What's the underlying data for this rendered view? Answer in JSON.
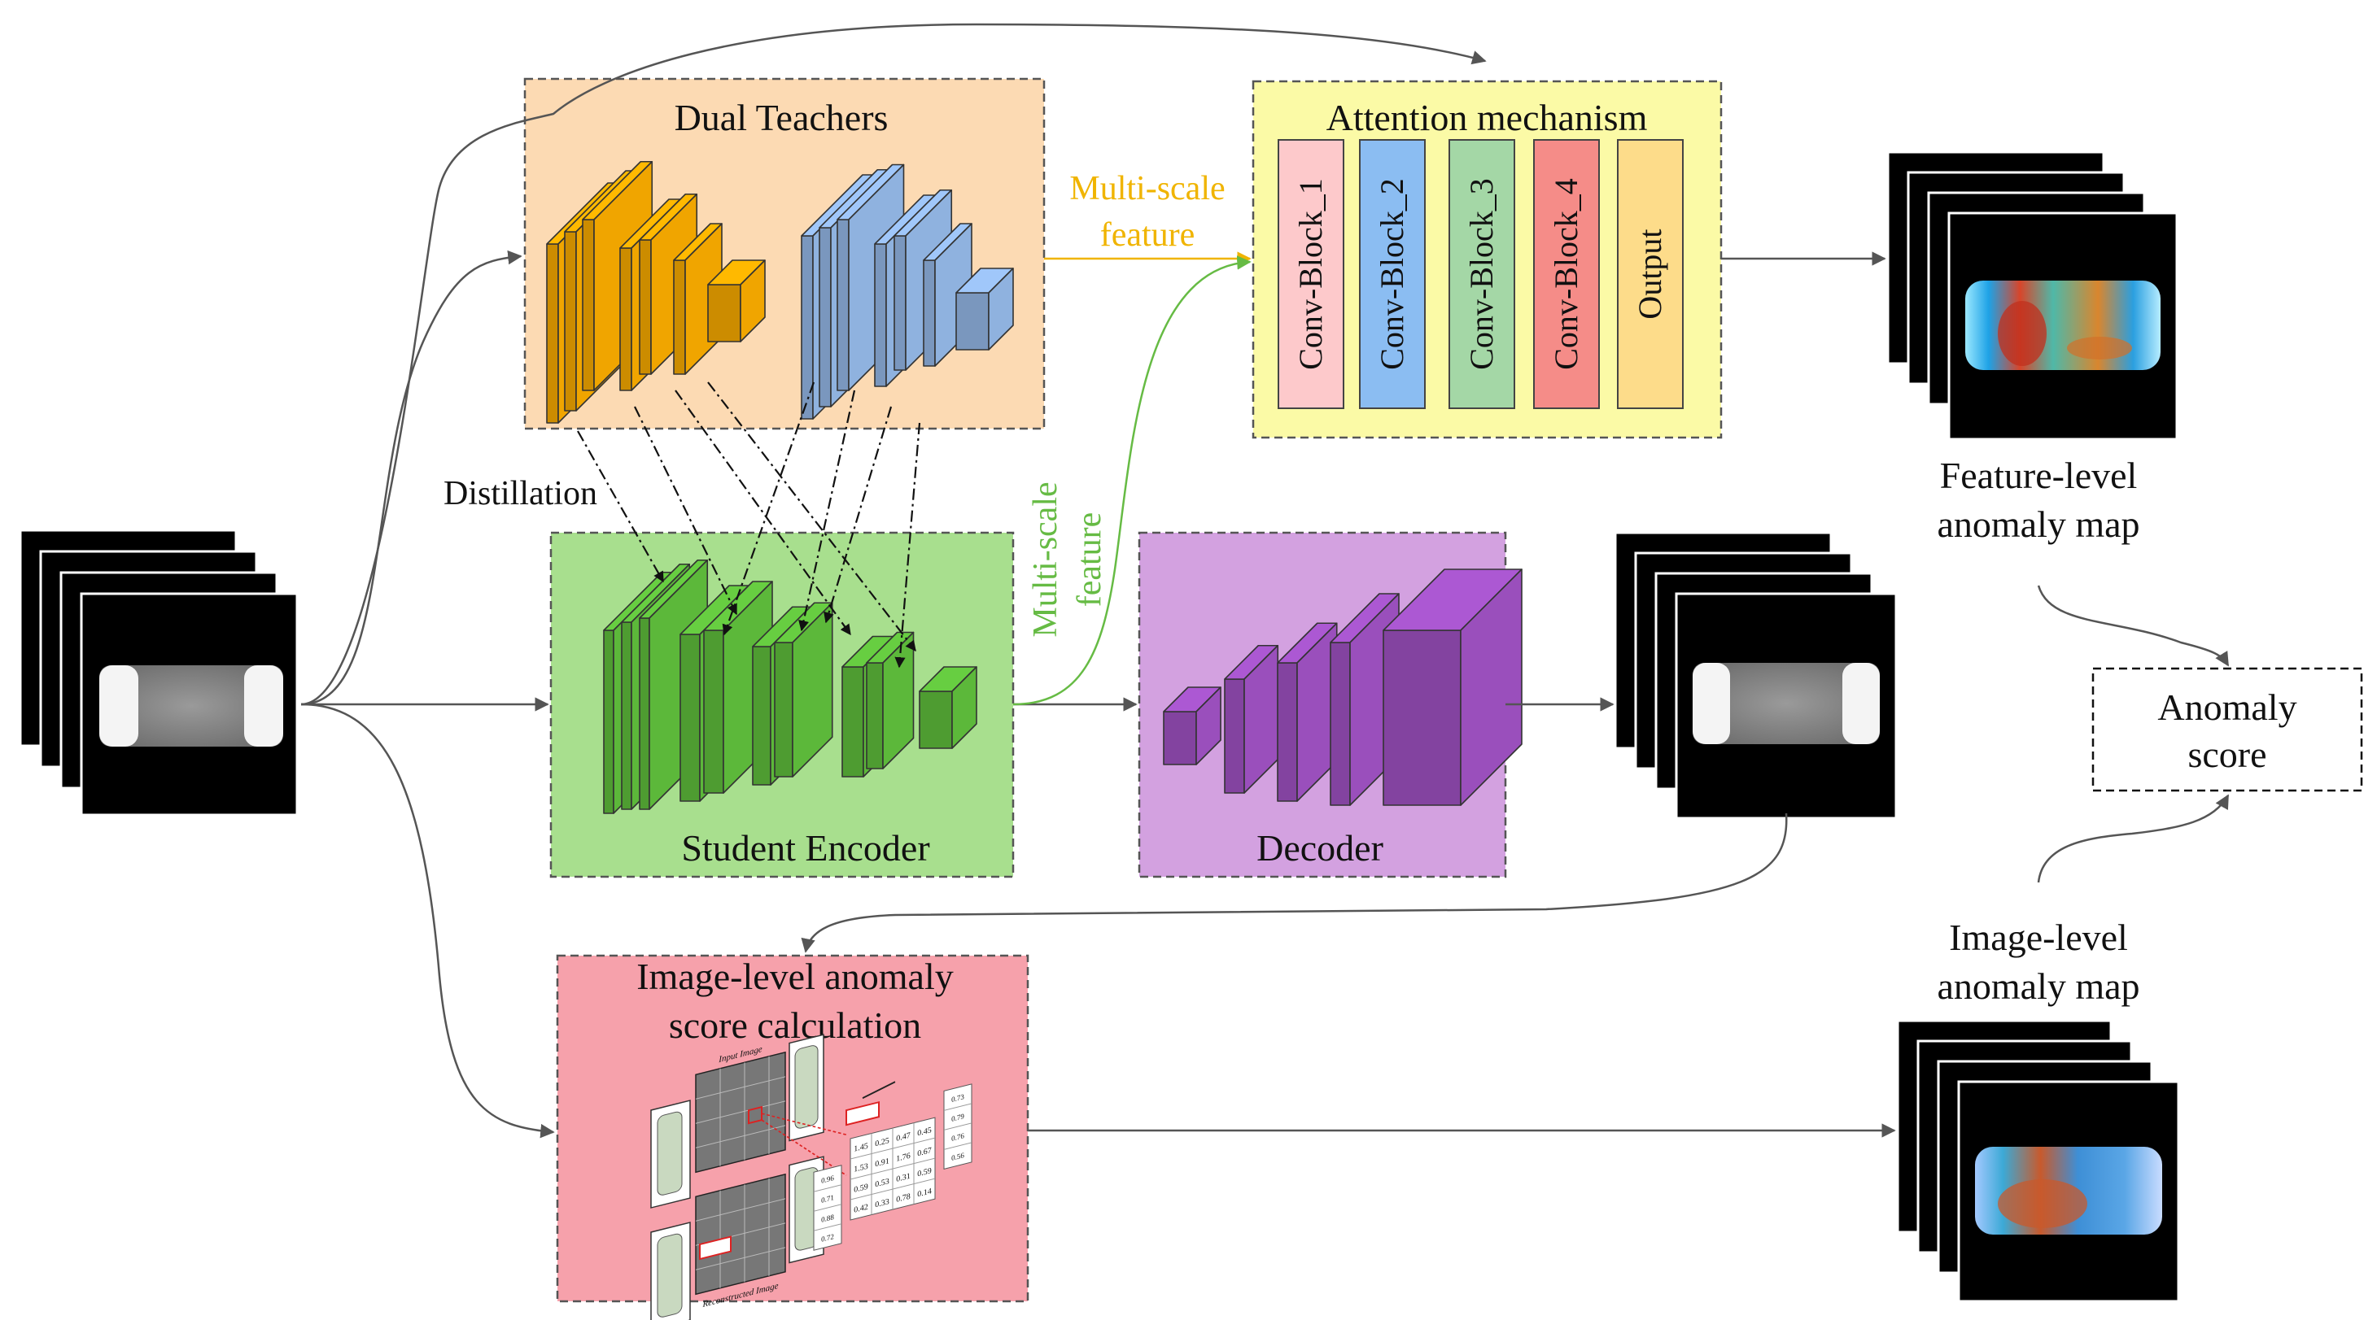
{
  "modules": {
    "dual_teachers": "Dual  Teachers",
    "attention": "Attention mechanism",
    "student_encoder": "Student Encoder",
    "decoder": "Decoder",
    "image_level_line1": "Image-level  anomaly",
    "image_level_line2": "score calculation"
  },
  "conv_blocks": [
    "Conv-Block_1",
    "Conv-Block_2",
    "Conv-Block_3",
    "Conv-Block_4",
    "Output"
  ],
  "labels": {
    "multiscale_top_1": "Multi-scale",
    "multiscale_top_2": "feature",
    "multiscale_mid_1": "Multi-scale",
    "multiscale_mid_2": "feature",
    "distillation": "Distillation",
    "feature_map_1": "Feature-level",
    "feature_map_2": "anomaly map",
    "image_map_1": "Image-level",
    "image_map_2": "anomaly map",
    "anomaly_score_1": "Anomaly",
    "anomaly_score_2": "score"
  },
  "inset": {
    "input_image": "Input Image",
    "reconstructed_image": "Reconstructed Image",
    "grid_rows": [
      [
        "1.45",
        "0.25",
        "0.47",
        "0.45"
      ],
      [
        "1.53",
        "0.91",
        "1.76",
        "0.67"
      ],
      [
        "0.59",
        "0.53",
        "0.31",
        "0.59"
      ],
      [
        "0.42",
        "0.33",
        "0.78",
        "0.14"
      ]
    ],
    "score_col_a": [
      "0.96",
      "0.71",
      "0.88",
      "0.72"
    ],
    "score_col_b": [
      "0.73",
      "0.79",
      "0.76",
      "0.56"
    ]
  },
  "colors": {
    "teacher_box": "#fcdab3",
    "teacher_yellow": "#f0a500",
    "teacher_blue": "#8fb2df",
    "attention_box": "#fbfaa6",
    "student_box": "#a8df8e",
    "student_green": "#5cb83a",
    "decoder_box": "#d3a1e0",
    "decoder_purple": "#9a4fbc",
    "image_level_box": "#f6a1ab",
    "conv1": "#fdc9cb",
    "conv2": "#8bbdf2",
    "conv3": "#a4d7a6",
    "conv4": "#f58c88",
    "output": "#fddc8a",
    "multiscale_orange": "#f0b400",
    "multiscale_green": "#66bb44"
  },
  "icons": [
    "ct-slice-stack",
    "heatmap-stack",
    "cube-layer"
  ]
}
